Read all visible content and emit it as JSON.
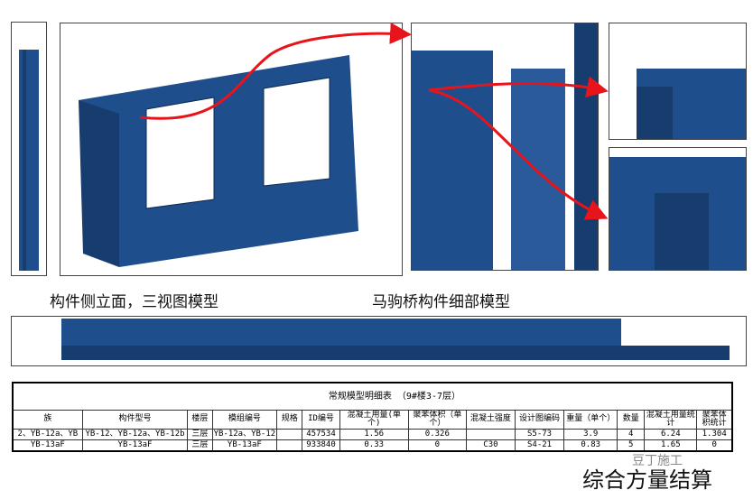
{
  "captions": {
    "left": "构件侧立面，三视图模型",
    "right": "马驹桥构件细部模型",
    "summary": "综合方量结算",
    "watermark": "豆丁施工"
  },
  "table": {
    "title": "常规模型明细表 （9#楼3-7层）",
    "headers": [
      "族",
      "构件型号",
      "楼层",
      "模组编号",
      "规格",
      "ID编号",
      "混凝土用量(单个)",
      "聚苯体积（单个）",
      "混凝土强度",
      "设计图编码",
      "重量（单个）",
      "数量",
      "混凝土用量统计",
      "聚苯体积统计"
    ],
    "rows": [
      [
        "2、YB-12a、YB",
        "YB-12、YB-12a、YB-12b",
        "三层",
        "YB-12a、YB-12",
        "",
        "457534",
        "1.56",
        "0.326",
        "",
        "S5-73",
        "3.9",
        "4",
        "6.24",
        "1.304"
      ],
      [
        "YB-13aF",
        "YB-13aF",
        "三层",
        "YB-13aF",
        "",
        "933840",
        "0.33",
        "0",
        "C30",
        "S4-21",
        "0.83",
        "5",
        "1.65",
        "0"
      ]
    ]
  },
  "colors": {
    "panel_blue": "#1f4e8c",
    "arrow": "#e8141b"
  }
}
